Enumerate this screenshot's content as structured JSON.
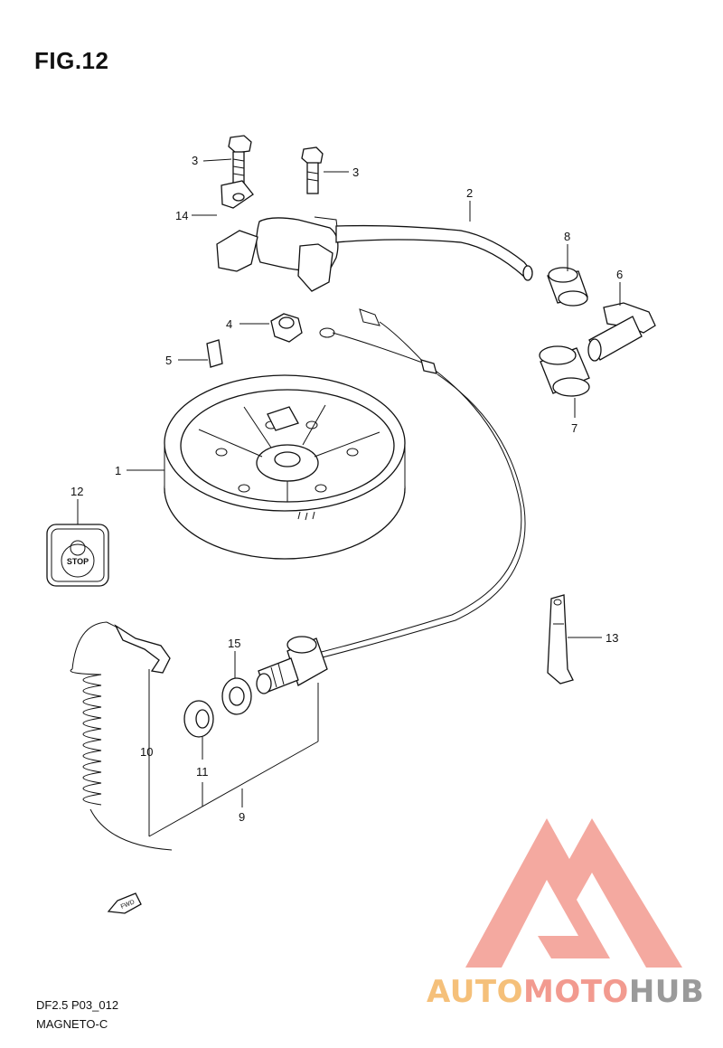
{
  "figure": {
    "title": "FIG.12"
  },
  "callouts": [
    {
      "id": "c1",
      "label": "1"
    },
    {
      "id": "c2",
      "label": "2"
    },
    {
      "id": "c3a",
      "label": "3"
    },
    {
      "id": "c3b",
      "label": "3"
    },
    {
      "id": "c4",
      "label": "4"
    },
    {
      "id": "c5",
      "label": "5"
    },
    {
      "id": "c6",
      "label": "6"
    },
    {
      "id": "c7",
      "label": "7"
    },
    {
      "id": "c8",
      "label": "8"
    },
    {
      "id": "c9",
      "label": "9"
    },
    {
      "id": "c10",
      "label": "10"
    },
    {
      "id": "c11",
      "label": "11"
    },
    {
      "id": "c12",
      "label": "12"
    },
    {
      "id": "c13",
      "label": "13"
    },
    {
      "id": "c14",
      "label": "14"
    },
    {
      "id": "c15",
      "label": "15"
    }
  ],
  "stop_plate": {
    "text": "STOP"
  },
  "direction_arrow": {
    "text": "FWD"
  },
  "footer": {
    "code": "DF2.5 P03_012",
    "name": "MAGNETO-C"
  },
  "watermark": {
    "word_a": "AUTO",
    "word_m": "MOTO",
    "word_h": "HUB",
    "colors": {
      "light": "#f5c07a",
      "red": "#f29a8f",
      "gray": "#9a9a9a"
    }
  }
}
